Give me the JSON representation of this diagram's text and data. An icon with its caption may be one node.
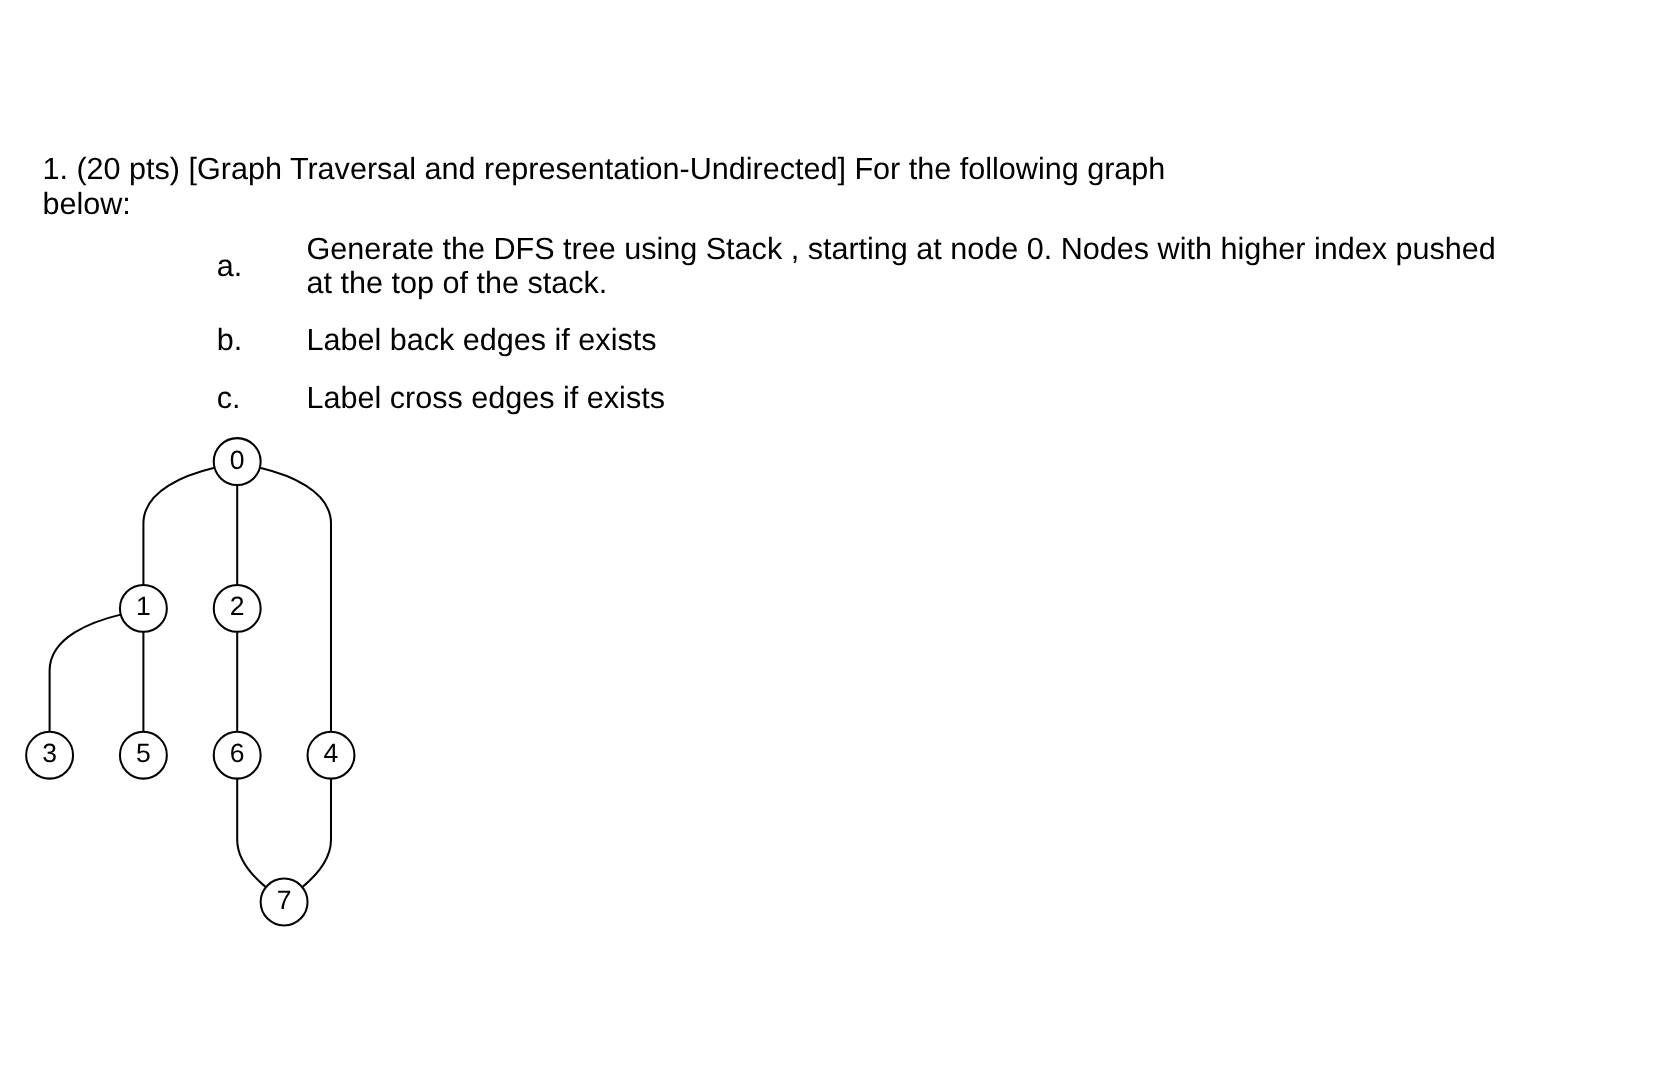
{
  "diagram": {
    "title": "1. (20 pts) [Graph Traversal and representation-Undirected] For the following graph below:",
    "nodes": [
      {
        "text": [
          "0"
        ]
      },
      {
        "text": [
          "1"
        ]
      },
      {
        "text": [
          "2"
        ]
      },
      {
        "text": [
          "3"
        ]
      },
      {
        "text": [
          "4"
        ]
      },
      {
        "text": [
          "5"
        ]
      },
      {
        "text": [
          "6"
        ]
      },
      {
        "text": [
          "7"
        ]
      }
    ],
    "edges": [
      {
        "from": 0,
        "to": 1,
        "arrow": "none"
      },
      {
        "from": 0,
        "to": 2,
        "arrow": "none"
      },
      {
        "from": 0,
        "to": 4,
        "arrow": "none"
      },
      {
        "from": 1,
        "to": 3,
        "arrow": "none"
      },
      {
        "from": 1,
        "to": 5,
        "arrow": "none"
      },
      {
        "from": 2,
        "to": 6,
        "arrow": "none"
      },
      {
        "from": 6,
        "to": 7,
        "arrow": "none"
      },
      {
        "from": 4,
        "to": 7,
        "arrow": "none"
      }
    ],
    "labels": [
      "a.",
      "Generate the DFS tree using Stack , starting at node 0. Nodes with higher index pushed at the top of the stack.",
      "b.",
      "Label back edges if exists",
      "c.",
      "Label cross edges if exists"
    ]
  }
}
